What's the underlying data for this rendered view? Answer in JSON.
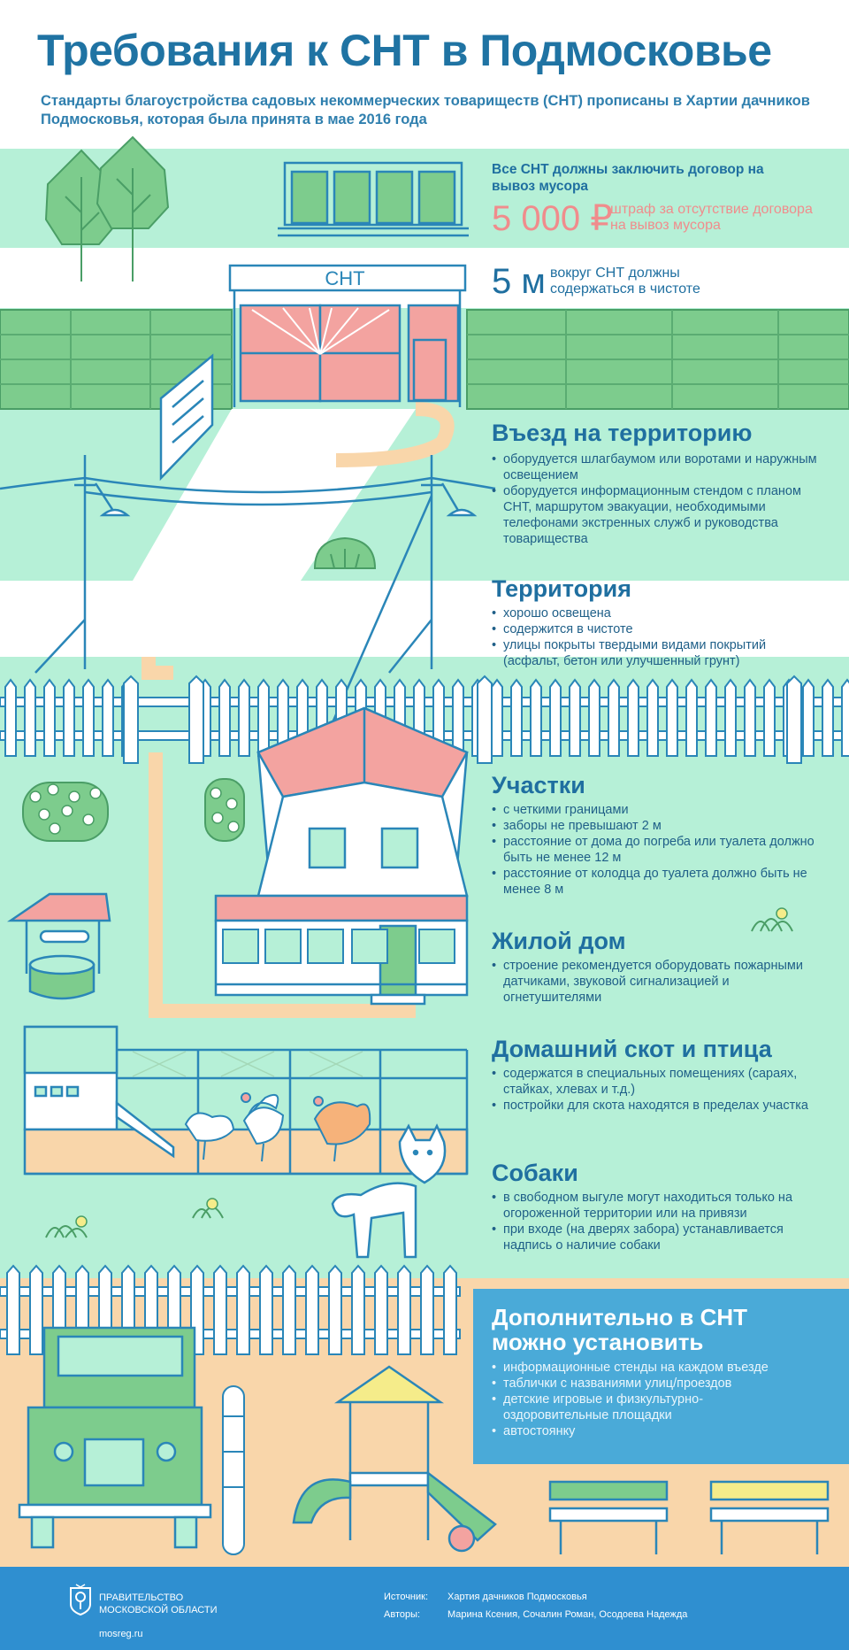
{
  "header": {
    "title": "Требования к СНТ в Подмосковье",
    "subtitle": "Стандарты благоустройства садовых некоммерческих товариществ (СНТ) прописаны в Хартии дачников Подмосковья, которая была принята в мае 2016 года"
  },
  "garbage": {
    "lead": "Все СНТ должны заключить договор на вывоз мусора",
    "fine_value": "5 000 ₽",
    "fine_note": "штраф за отсутствие договора на вывоз мусора",
    "distance_value": "5 м",
    "distance_note": "вокруг СНТ должны содержаться в чистоте"
  },
  "gate_sign": "СНТ",
  "sections": {
    "entry": {
      "title": "Въезд на территорию",
      "items": [
        "оборудуется шлагбаумом или воротами и наружным освещением",
        "оборудуется информационным стендом с планом СНТ, маршрутом эвакуации, необходимыми телефонами экстренных служб и руководства товарищества"
      ]
    },
    "territory": {
      "title": "Территория",
      "items": [
        "хорошо освещена",
        "содержится в чистоте",
        "улицы покрыты твердыми видами покрытий (асфальт, бетон или улучшенный грунт)"
      ]
    },
    "plots": {
      "title": "Участки",
      "items": [
        "с четкими границами",
        "заборы не превышают 2 м",
        "расстояние от дома до погреба или туалета должно быть не менее 12 м",
        "расстояние от колодца до туалета должно быть не менее 8 м"
      ]
    },
    "house": {
      "title": "Жилой дом",
      "items": [
        "строение рекомендуется оборудовать пожарными датчиками, звуковой сигнализацией и огнетушителями"
      ]
    },
    "livestock": {
      "title": "Домашний скот и птица",
      "items": [
        "содержатся в специальных помещениях (сараях, стайках, хлевах и т.д.)",
        "постройки для скота находятся в пределах участка"
      ]
    },
    "dogs": {
      "title": "Собаки",
      "items": [
        "в свободном выгуле могут находиться только на огороженной территории или на привязи",
        "при входе (на дверях забора) устанавливается надпись о наличие собаки"
      ]
    },
    "extra": {
      "title": "Дополнительно в СНТ можно установить",
      "items": [
        "информационные стенды на каждом въезде",
        "таблички с названиями улиц/проездов",
        "детские игровые и физкультурно-оздоровительные площадки",
        "автостоянку"
      ]
    }
  },
  "footer": {
    "org_line1": "ПРАВИТЕЛЬСТВО",
    "org_line2": "МОСКОВСКОЙ ОБЛАСТИ",
    "site": "mosreg.ru",
    "source_label": "Источник:",
    "source_value": "Хартия дачников Подмосковья",
    "authors_label": "Авторы:",
    "authors_value": "Марина Ксения, Сочалин Роман, Осодоева Надежда"
  },
  "colors": {
    "background_green": "#b6f0d7",
    "lawn_green": "#7dcc8d",
    "title_blue": "#1f73a3",
    "line_blue": "#2a86b8",
    "roof_pink": "#f3a3a0",
    "sand": "#f9d6aa",
    "panel_blue": "#4aaad8",
    "footer_blue": "#2f8fd0"
  }
}
